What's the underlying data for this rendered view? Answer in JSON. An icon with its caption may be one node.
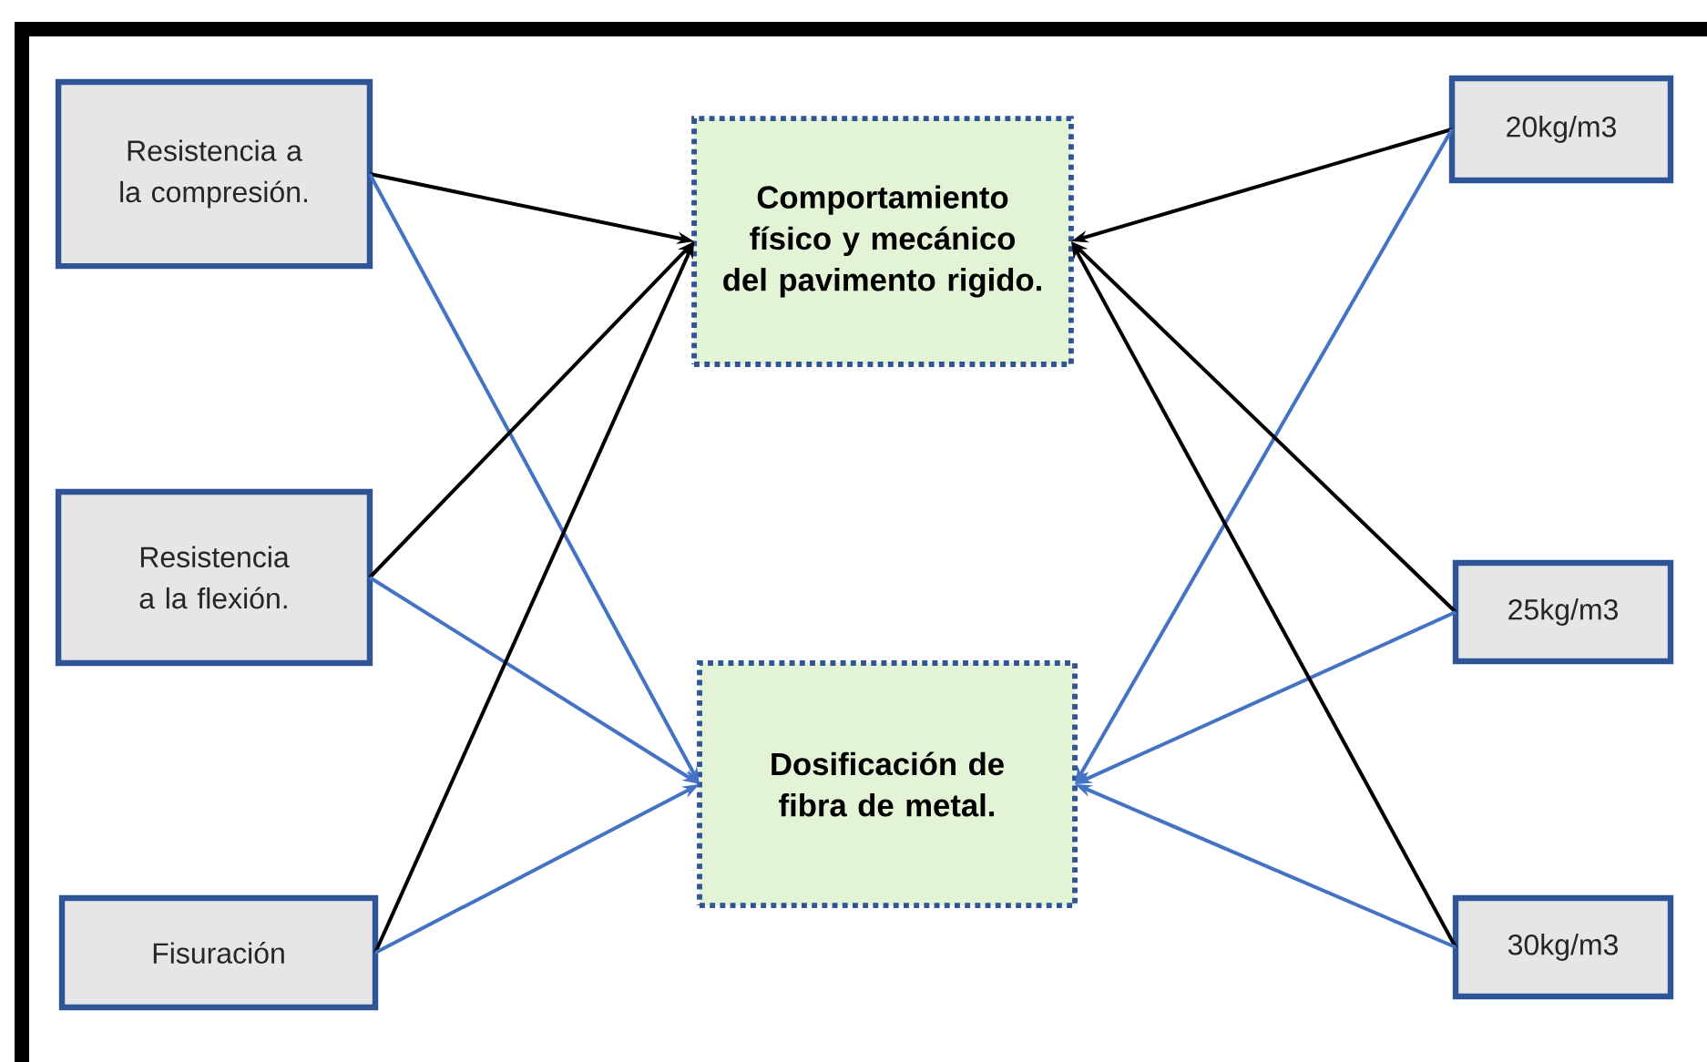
{
  "diagram": {
    "nodes": [
      {
        "text": [
          "Resistencia a la compresión."
        ]
      },
      {
        "text": [
          "Resistencia a la flexión."
        ]
      },
      {
        "text": [
          "Fisuración"
        ]
      },
      {
        "text": [
          "Comportamiento físico y mecánico del pavimento rigido."
        ]
      },
      {
        "text": [
          "Dosificación de fibra de metal."
        ]
      },
      {
        "text": [
          "20kg/m3"
        ]
      },
      {
        "text": [
          "25kg/m3"
        ]
      },
      {
        "text": [
          "30kg/m3"
        ]
      }
    ],
    "edges": [
      {
        "from": 0,
        "to": 3,
        "arrow": "to",
        "color": "#000000"
      },
      {
        "from": 0,
        "to": 4,
        "arrow": "to",
        "color": "#4472c4"
      },
      {
        "from": 1,
        "to": 3,
        "arrow": "to",
        "color": "#000000"
      },
      {
        "from": 1,
        "to": 4,
        "arrow": "to",
        "color": "#4472c4"
      },
      {
        "from": 2,
        "to": 3,
        "arrow": "to",
        "color": "#000000"
      },
      {
        "from": 2,
        "to": 4,
        "arrow": "to",
        "color": "#4472c4"
      },
      {
        "from": 5,
        "to": 3,
        "arrow": "to",
        "color": "#000000"
      },
      {
        "from": 5,
        "to": 4,
        "arrow": "to",
        "color": "#4472c4"
      },
      {
        "from": 6,
        "to": 3,
        "arrow": "to",
        "color": "#000000"
      },
      {
        "from": 6,
        "to": 4,
        "arrow": "to",
        "color": "#4472c4"
      },
      {
        "from": 7,
        "to": 3,
        "arrow": "to",
        "color": "#000000"
      },
      {
        "from": 7,
        "to": 4,
        "arrow": "to",
        "color": "#4472c4"
      }
    ]
  }
}
